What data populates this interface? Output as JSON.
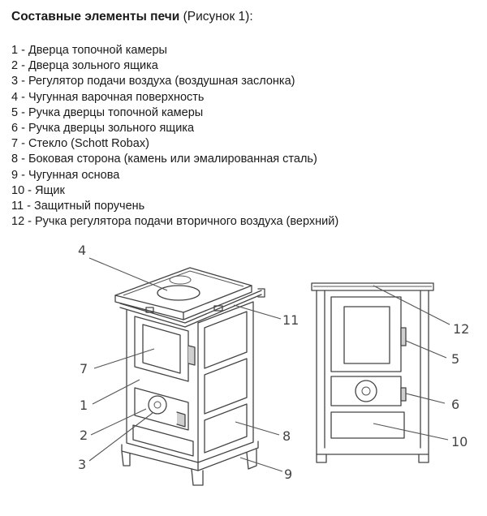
{
  "heading": {
    "title": "Составные элементы печи",
    "figure_ref": "(Рисунок 1):"
  },
  "legend": [
    "1 - Дверца топочной камеры",
    "2 - Дверца зольного ящика",
    "3 - Регулятор подачи воздуха (воздушная заслонка)",
    "4 - Чугунная варочная поверхность",
    "5 - Ручка дверцы топочной камеры",
    "6 - Ручка дверцы зольного ящика",
    "7 - Стекло (Schott Robax)",
    "8 - Боковая сторона (камень или эмалированная сталь)",
    "9 - Чугунная основа",
    "10 - Ящик",
    "11 - Защитный поручень",
    "12 - Ручка регулятора подачи вторичного воздуха (верхний)"
  ],
  "callouts": [
    "1",
    "2",
    "3",
    "4",
    "5",
    "6",
    "7",
    "8",
    "9",
    "10",
    "11",
    "12"
  ]
}
